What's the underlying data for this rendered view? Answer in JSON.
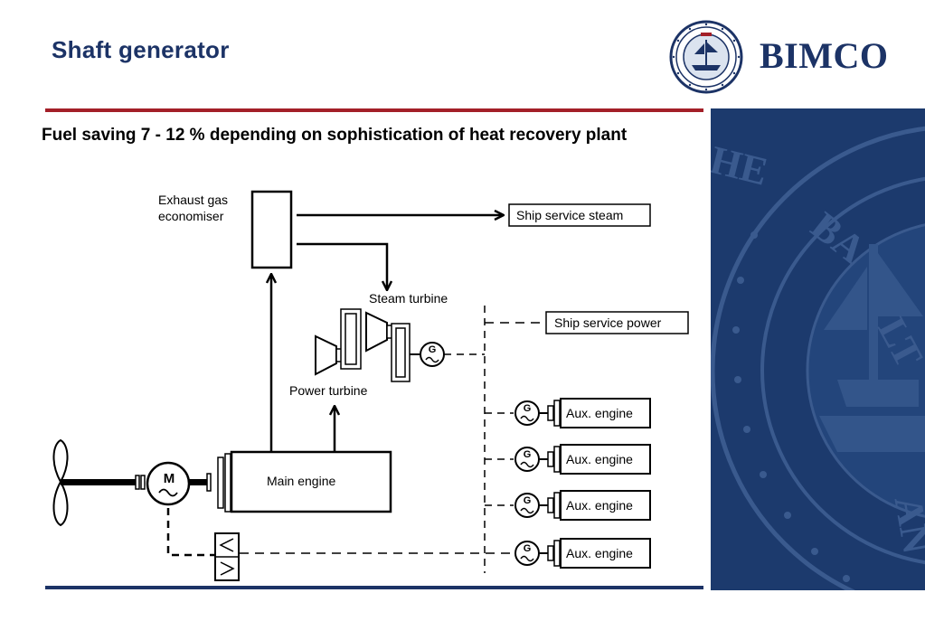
{
  "slide": {
    "title": "Shaft generator",
    "subtitle": "Fuel saving 7 - 12 % depending on sophistication of heat recovery plant"
  },
  "brand": {
    "name": "BIMCO",
    "primary_color": "#1c3366",
    "accent_color": "#a31f28",
    "panel_color": "#1c3a6d"
  },
  "diagram": {
    "exhaust_gas_label_line1": "Exhaust gas",
    "exhaust_gas_label_line2": "economiser",
    "ship_service_steam": "Ship service steam",
    "steam_turbine": "Steam turbine",
    "ship_service_power": "Ship service power",
    "power_turbine": "Power turbine",
    "main_engine": "Main engine",
    "motor_symbol": "M",
    "generator_symbol": "G",
    "aux_engines": [
      "Aux. engine",
      "Aux. engine",
      "Aux. engine",
      "Aux. engine"
    ]
  }
}
